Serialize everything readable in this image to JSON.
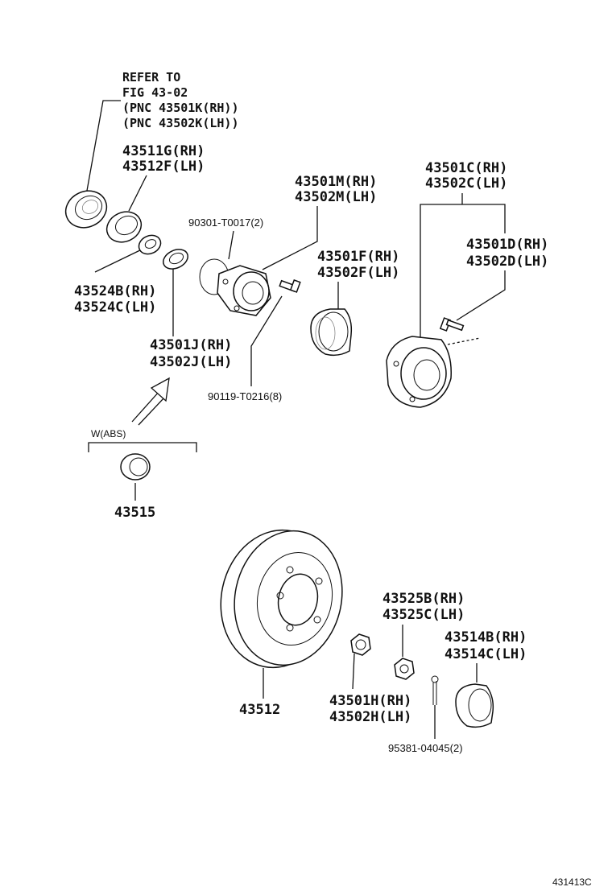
{
  "refer": {
    "line1": "REFER TO",
    "line2": "FIG 43-02",
    "line3": "(PNC 43501K(RH))",
    "line4": "(PNC 43502K(LH))"
  },
  "labels": {
    "p43511g": "43511G(RH)",
    "p43512f": "43512F(LH)",
    "p43501m": "43501M(RH)",
    "p43502m": "43502M(LH)",
    "p43501c": "43501C(RH)",
    "p43502c": "43502C(LH)",
    "p90301": "90301-T0017(2)",
    "p43501d": "43501D(RH)",
    "p43502d": "43502D(LH)",
    "p43501f": "43501F(RH)",
    "p43502f": "43502F(LH)",
    "p43524b": "43524B(RH)",
    "p43524c": "43524C(LH)",
    "p43501j": "43501J(RH)",
    "p43502j": "43502J(LH)",
    "p90119": "90119-T0216(8)",
    "wabs": "W(ABS)",
    "p43515": "43515",
    "p43525b": "43525B(RH)",
    "p43525c": "43525C(LH)",
    "p43514b": "43514B(RH)",
    "p43514c": "43514C(LH)",
    "p43512": "43512",
    "p43501h": "43501H(RH)",
    "p43502h": "43502H(LH)",
    "p95381": "95381-04045(2)"
  },
  "figure_code": "431413C"
}
